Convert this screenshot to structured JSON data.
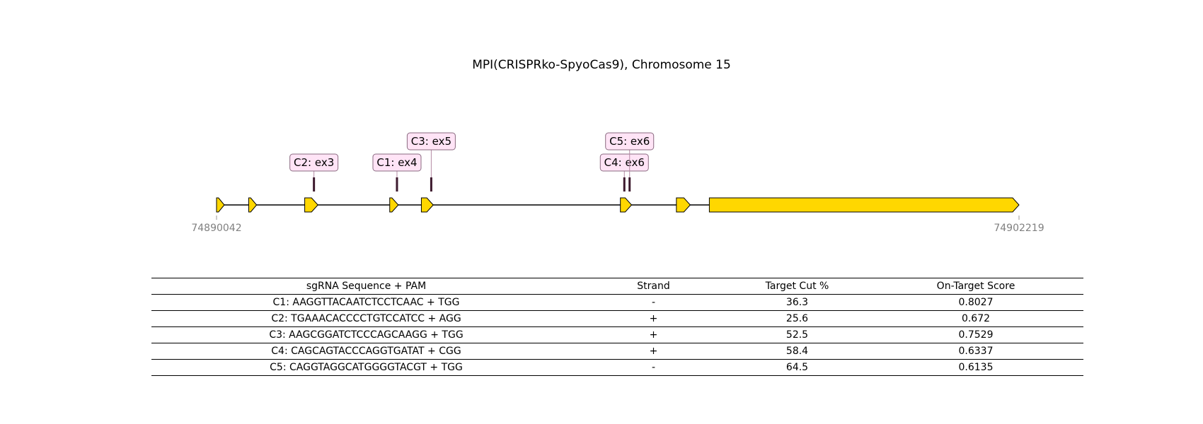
{
  "title": "MPI(CRISPRko-SpyoCas9), Chromosome 15",
  "gene": {
    "start": 74890042,
    "end": 74902219,
    "start_label": "74890042",
    "end_label": "74902219",
    "exon_color": "#FFD700",
    "exons": [
      {
        "start": 74890042,
        "end": 74890089
      },
      {
        "start": 74890530,
        "end": 74890650
      },
      {
        "start": 74891380,
        "end": 74891580
      },
      {
        "start": 74892670,
        "end": 74892800
      },
      {
        "start": 74893150,
        "end": 74893330
      },
      {
        "start": 74896170,
        "end": 74896340
      },
      {
        "start": 74897020,
        "end": 74897230
      },
      {
        "start": 74897520,
        "end": 74902219
      }
    ]
  },
  "guides": [
    {
      "label": "C1: ex4",
      "position": 74892780
    },
    {
      "label": "C2: ex3",
      "position": 74891520
    },
    {
      "label": "C3: ex5",
      "position": 74893300
    },
    {
      "label": "C4: ex6",
      "position": 74896230
    },
    {
      "label": "C5: ex6",
      "position": 74896310
    }
  ],
  "guide_label_color": "#FFE4F6",
  "guide_mark_color": "#3D1A2E",
  "table": {
    "headers": [
      "sgRNA Sequence + PAM",
      "Strand",
      "Target Cut %",
      "On-Target Score"
    ],
    "rows": [
      [
        "C1: AAGGTTACAATCTCCTCAAC + TGG",
        "-",
        "36.3",
        "0.8027"
      ],
      [
        "C2: TGAAACACCCCTGTCCATCC + AGG",
        "+",
        "25.6",
        "0.672"
      ],
      [
        "C3: AAGCGGATCTCCCAGCAAGG + TGG",
        "+",
        "52.5",
        "0.7529"
      ],
      [
        "C4: CAGCAGTACCCAGGTGATAT + CGG",
        "+",
        "58.4",
        "0.6337"
      ],
      [
        "C5: CAGGTAGGCATGGGGTACGT + TGG",
        "-",
        "64.5",
        "0.6135"
      ]
    ]
  }
}
